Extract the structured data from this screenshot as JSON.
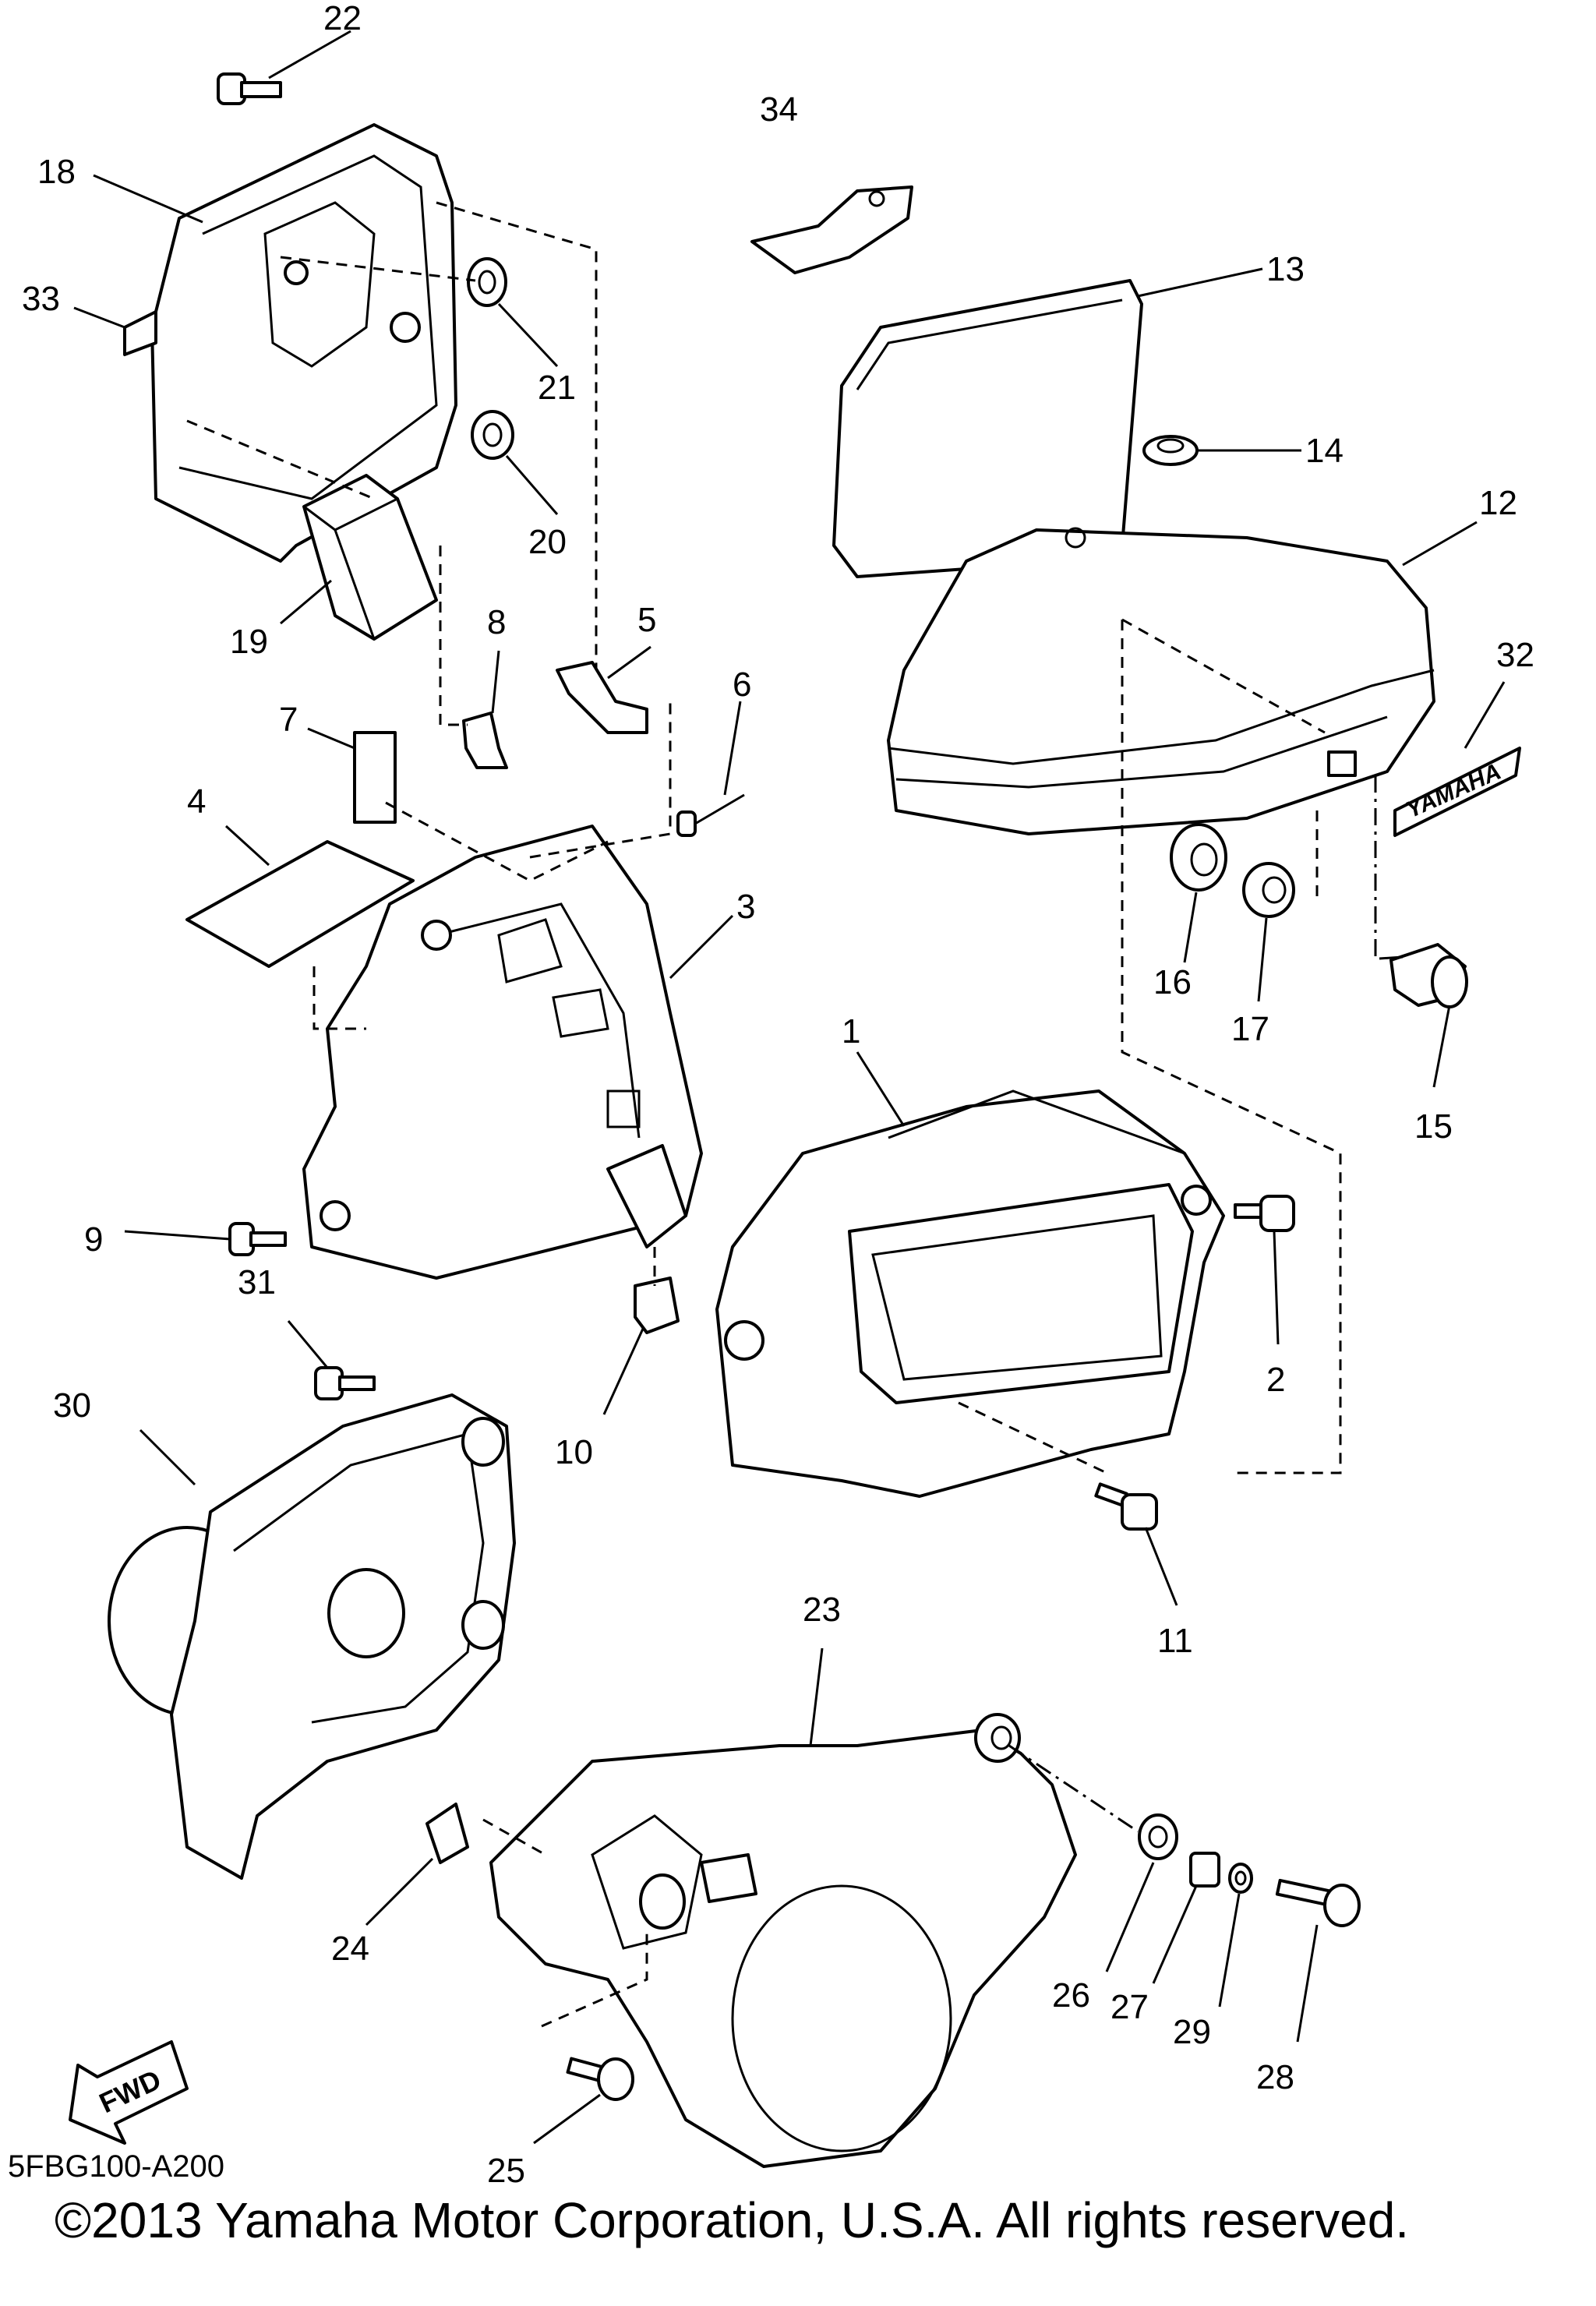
{
  "diagram": {
    "code": "5FBG100-A200",
    "copyright": "©2013 Yamaha Motor Corporation, U.S.A. All rights reserved.",
    "fwd_label": "FWD",
    "brand_label": "YAMAHA",
    "callouts": [
      "1",
      "2",
      "3",
      "4",
      "5",
      "6",
      "7",
      "8",
      "9",
      "10",
      "11",
      "12",
      "13",
      "14",
      "15",
      "16",
      "17",
      "18",
      "19",
      "20",
      "21",
      "22",
      "23",
      "24",
      "25",
      "26",
      "27",
      "28",
      "29",
      "30",
      "31",
      "32",
      "33",
      "34"
    ]
  }
}
